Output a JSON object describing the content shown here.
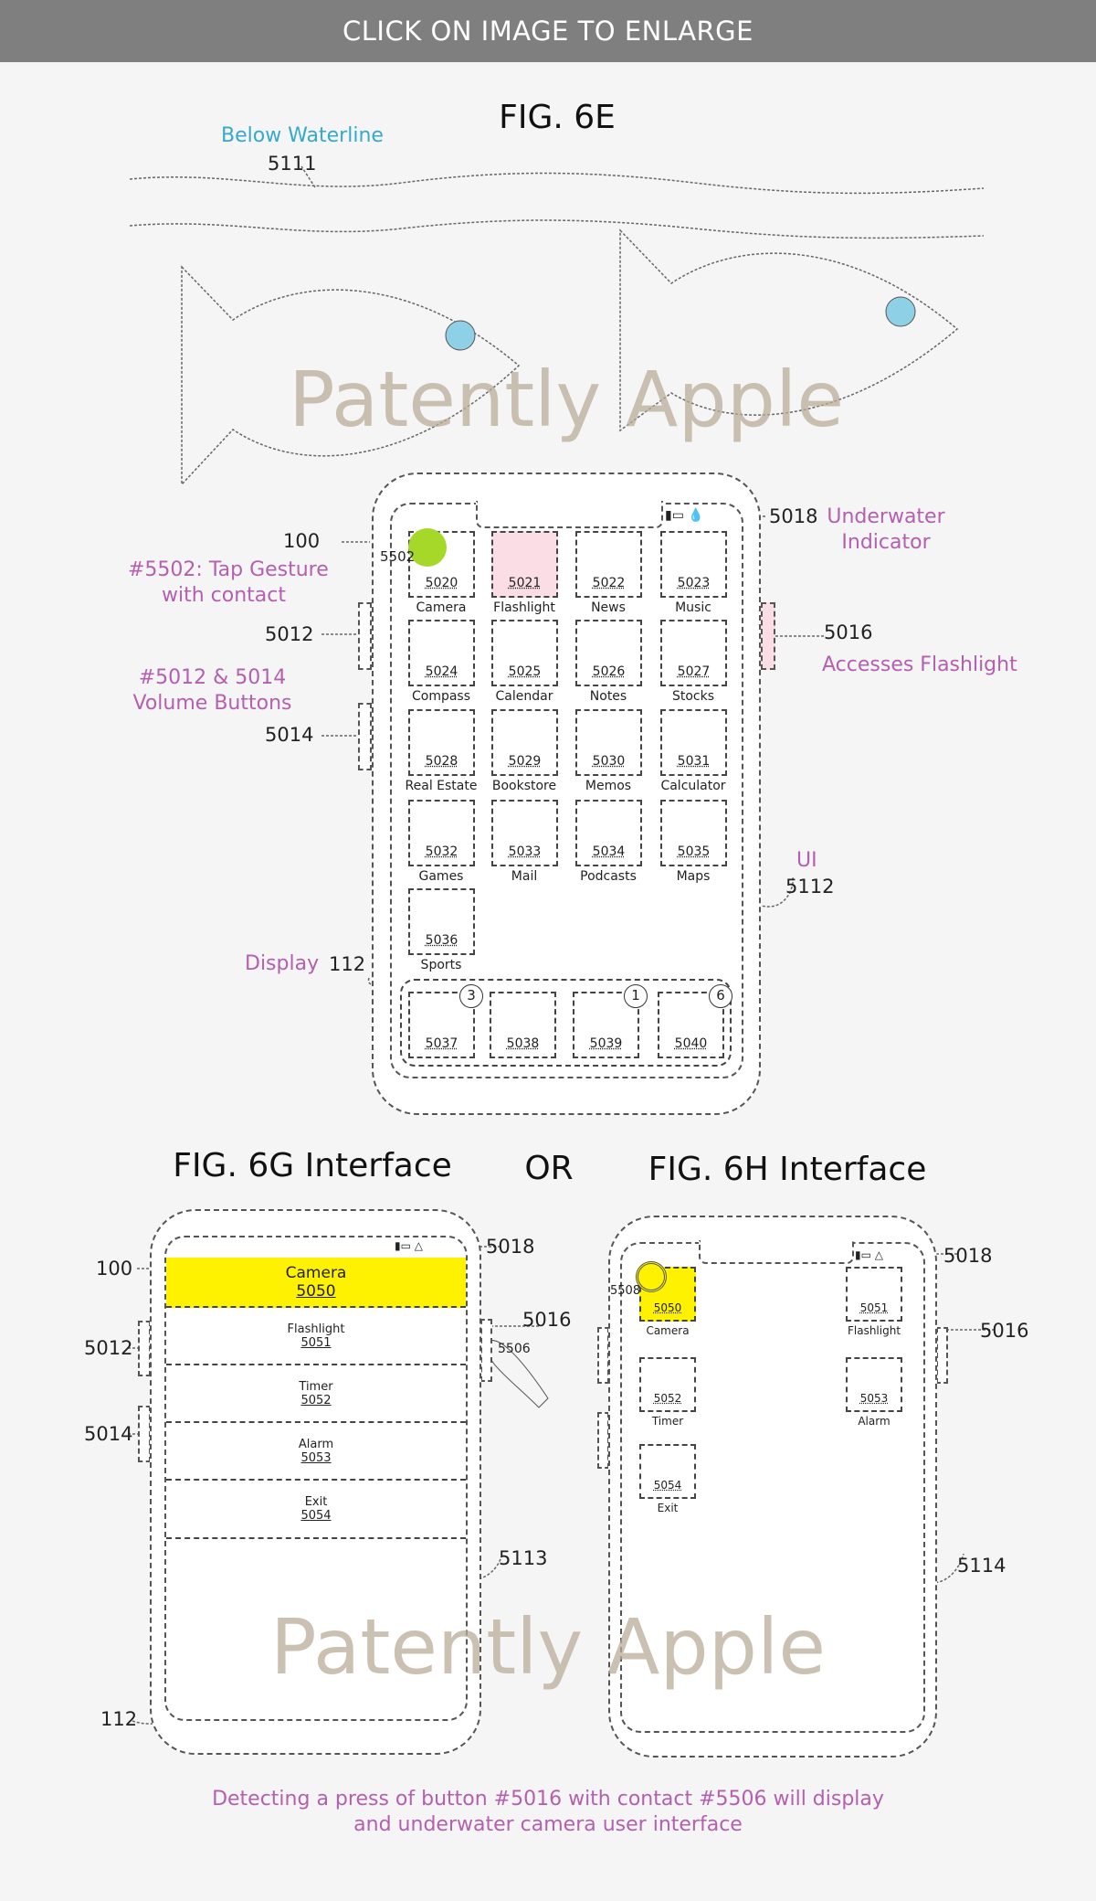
{
  "header": {
    "banner": "CLICK ON IMAGE TO ENLARGE"
  },
  "colors": {
    "annotation": "#b45fb0",
    "waterline": "#36a9cc",
    "highlight": "#fff200",
    "tap": "#a6d82a",
    "flashlight": "#fbdde6",
    "eye": "#8ed1e6"
  },
  "watermark": "Patently Apple",
  "fig6e": {
    "title": "FIG. 6E",
    "waterline_label": "Below Waterline",
    "waterline_ref": "5111",
    "device_ref": "100",
    "tap_note": [
      "#5502: Tap Gesture",
      "with contact"
    ],
    "tap_ref": "5502",
    "vol_up_ref": "5012",
    "vol_down_ref": "5014",
    "volume_note": [
      "#5012 & 5014",
      "Volume Buttons"
    ],
    "indicator_ref": "5018",
    "indicator_note": [
      "Underwater",
      "Indicator"
    ],
    "side_button_ref": "5016",
    "side_button_note": "Accesses Flashlight",
    "ui_note": "UI",
    "ui_ref": "5112",
    "display_note": "Display",
    "display_ref": "112",
    "apps": [
      {
        "id": "5020",
        "label": "Camera"
      },
      {
        "id": "5021",
        "label": "Flashlight"
      },
      {
        "id": "5022",
        "label": "News"
      },
      {
        "id": "5023",
        "label": "Music"
      },
      {
        "id": "5024",
        "label": "Compass"
      },
      {
        "id": "5025",
        "label": "Calendar"
      },
      {
        "id": "5026",
        "label": "Notes"
      },
      {
        "id": "5027",
        "label": "Stocks"
      },
      {
        "id": "5028",
        "label": "Real Estate"
      },
      {
        "id": "5029",
        "label": "Bookstore"
      },
      {
        "id": "5030",
        "label": "Memos"
      },
      {
        "id": "5031",
        "label": "Calculator"
      },
      {
        "id": "5032",
        "label": "Games"
      },
      {
        "id": "5033",
        "label": "Mail"
      },
      {
        "id": "5034",
        "label": "Podcasts"
      },
      {
        "id": "5035",
        "label": "Maps"
      },
      {
        "id": "5036",
        "label": "Sports"
      }
    ],
    "dock": [
      {
        "id": "5037",
        "badge": "3"
      },
      {
        "id": "5038",
        "badge": ""
      },
      {
        "id": "5039",
        "badge": "1"
      },
      {
        "id": "5040",
        "badge": "6"
      }
    ]
  },
  "or_label": "OR",
  "fig6g": {
    "title": "FIG. 6G Interface",
    "device_ref": "100",
    "vol_up_ref": "5012",
    "vol_down_ref": "5014",
    "indicator_ref": "5018",
    "side_button_ref": "5016",
    "contact_ref": "5506",
    "ui_ref": "5113",
    "display_ref": "112",
    "rows": [
      {
        "label": "Camera",
        "id": "5050"
      },
      {
        "label": "Flashlight",
        "id": "5051"
      },
      {
        "label": "Timer",
        "id": "5052"
      },
      {
        "label": "Alarm",
        "id": "5053"
      },
      {
        "label": "Exit",
        "id": "5054"
      }
    ]
  },
  "fig6h": {
    "title": "FIG. 6H Interface",
    "indicator_ref": "5018",
    "side_button_ref": "5016",
    "contact_ref": "5508",
    "ui_ref": "5114",
    "apps": [
      {
        "label": "Camera",
        "id": "5050"
      },
      {
        "label": "Flashlight",
        "id": "5051"
      },
      {
        "label": "Timer",
        "id": "5052"
      },
      {
        "label": "Alarm",
        "id": "5053"
      },
      {
        "label": "Exit",
        "id": "5054"
      }
    ]
  },
  "caption": [
    "Detecting a press of button #5016 with contact #5506 will display",
    "and underwater camera user interface"
  ]
}
